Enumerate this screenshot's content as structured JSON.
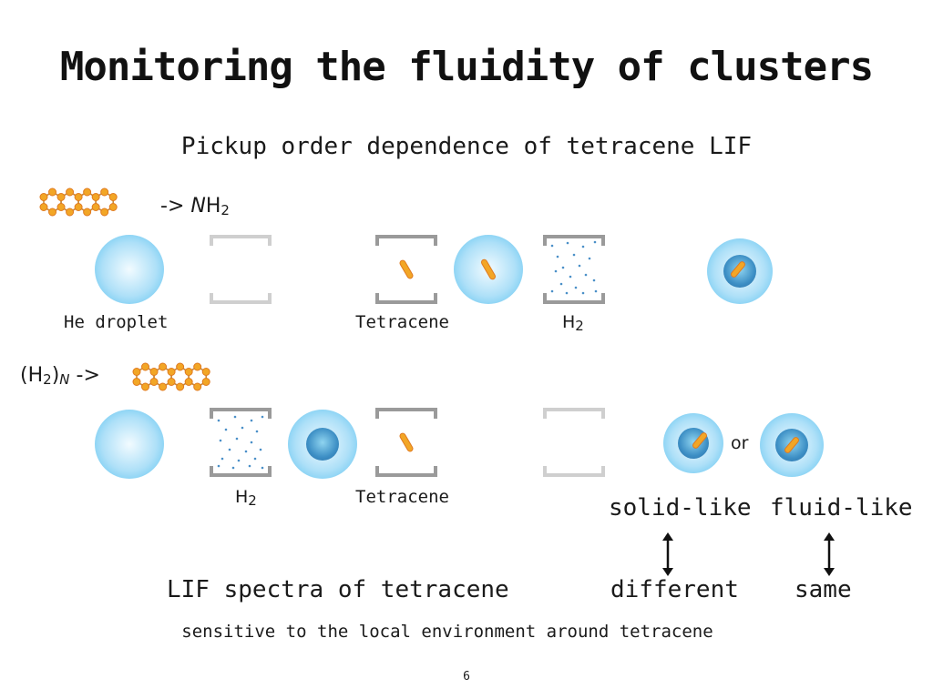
{
  "title": "Monitoring the fluidity of clusters",
  "subtitle": "Pickup order dependence of tetracene LIF",
  "sequence1": {
    "arrow": "->",
    "n": "N",
    "h2_base": "H",
    "h2_sub": "2"
  },
  "row1_labels": {
    "he_droplet": "He droplet",
    "tetracene": "Tetracene",
    "h2_base": "H",
    "h2_sub": "2"
  },
  "sequence2": {
    "paren_open": "(H",
    "sub2": "2",
    "paren_close": ")",
    "n": "N",
    "arrow": "->"
  },
  "row2_labels": {
    "h2_base": "H",
    "h2_sub": "2",
    "tetracene": "Tetracene",
    "or": "or"
  },
  "comparison": {
    "solid_like": "solid-like",
    "fluid_like": "fluid-like",
    "different": "different",
    "same": "same"
  },
  "lif_spectra": "LIF spectra of tetracene",
  "sensitivity_note": "sensitive to the local environment around tetracene",
  "page_number": "6",
  "colors": {
    "carbon": "#f2a626",
    "hydrogen_ring": "#e07a20",
    "droplet_light": "#aee0f8",
    "droplet_edge": "#55c0ef",
    "core": "#3d8fc5",
    "h2_dot": "#4a8fc8",
    "chamber": "#9a9a9a"
  },
  "icons": [
    "tetracene-molecule-icon",
    "pickup-chamber-icon",
    "helium-droplet-icon",
    "double-arrow-icon"
  ]
}
